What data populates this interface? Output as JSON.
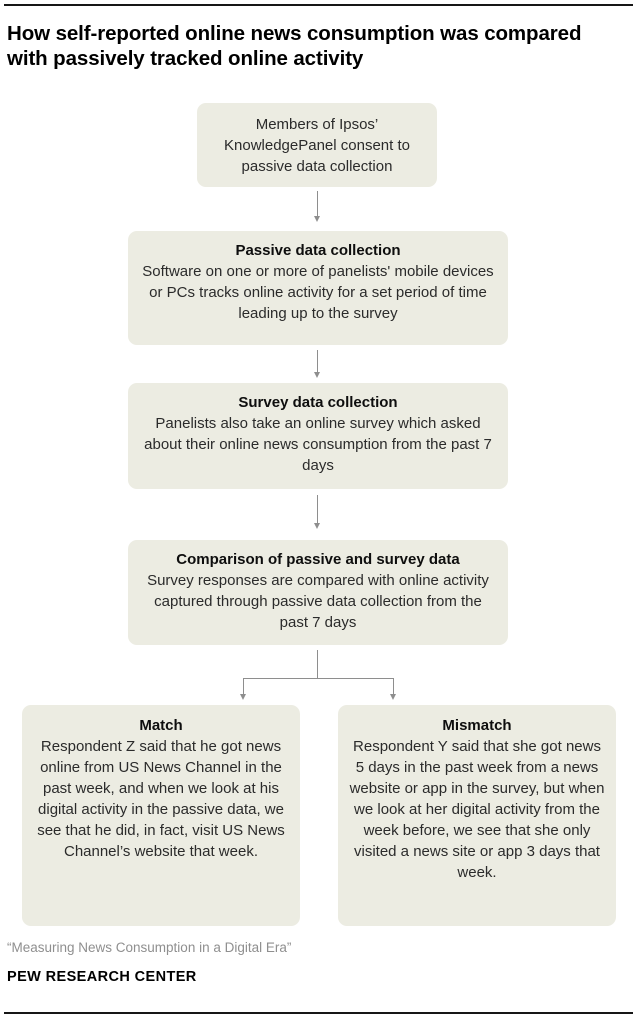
{
  "title": "How self-reported online news consumption was compared with passively tracked online activity",
  "flowchart": {
    "steps": [
      {
        "header": "",
        "body": "Members of Ipsos’ KnowledgePanel consent to passive data collection"
      },
      {
        "header": "Passive data collection",
        "body": "Software on one or more of panelists' mobile devices or PCs tracks online activity for a set period of time leading up to the survey"
      },
      {
        "header": "Survey data collection",
        "body": "Panelists also take an online survey which asked about their online news consumption from the past 7 days"
      },
      {
        "header": "Comparison of passive and survey data",
        "body": "Survey responses are compared with online activity captured through passive data collection from the past 7 days"
      }
    ],
    "branches": [
      {
        "header": "Match",
        "body": "Respondent Z said that he got news online from US News Channel in the past week, and when we look at his digital activity in the passive data, we see that he did, in fact, visit US News Channel’s website that week."
      },
      {
        "header": "Mismatch",
        "body": "Respondent Y said that she got news 5 days in the past week from a news website or app in the survey, but when we look at her digital activity from the week before, we see that she only visited a news site or app 3 days that week."
      }
    ]
  },
  "footer": {
    "source": "“Measuring News Consumption in a Digital Era”",
    "brand": "PEW RESEARCH CENTER"
  },
  "colors": {
    "box_fill": "#ECECE2",
    "arrow": "#8E8E8E",
    "title_text": "#000000",
    "body_text": "#2B2B2B",
    "source_text": "#8F8F8F",
    "rule": "#161616"
  }
}
